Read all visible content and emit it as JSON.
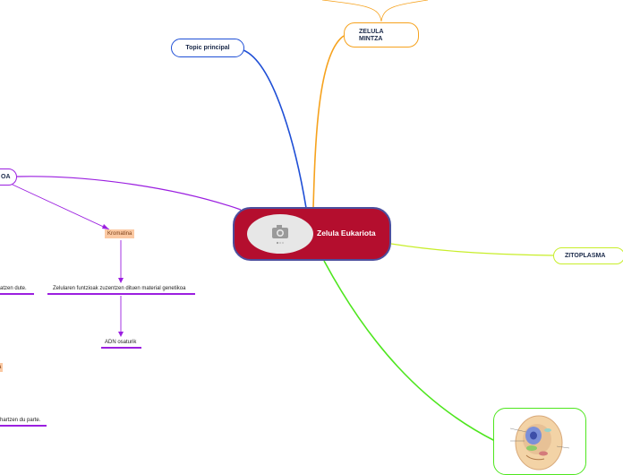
{
  "central": {
    "title": "Zelula Eukariota",
    "image_icon": "camera-icon"
  },
  "nodes": {
    "topic_principal": "Topic principal",
    "zelula_mintza_1": "ZELULA",
    "zelula_mintza_2": "MINTZA",
    "zitoplasma": "ZITOPLASMA",
    "nukleoa": "OA"
  },
  "labels": {
    "kromatina": "Kromatina",
    "zelularen": "Zelularen funtzioak zuzentzen dituen material genetikoa",
    "adn": "ADN osaturik",
    "partial_1": "atzen dute.",
    "partial_2": "a",
    "partial_3": "hartzen du parte."
  },
  "colors": {
    "central_fill": "#b40e2e",
    "central_border": "#4c4f9e",
    "blue": "#1f4fd6",
    "orange": "#f6a21d",
    "yellow_green": "#c8ee2a",
    "green": "#4ee61e",
    "purple": "#9b1fe0",
    "tag_fill": "#fbc9a3"
  }
}
